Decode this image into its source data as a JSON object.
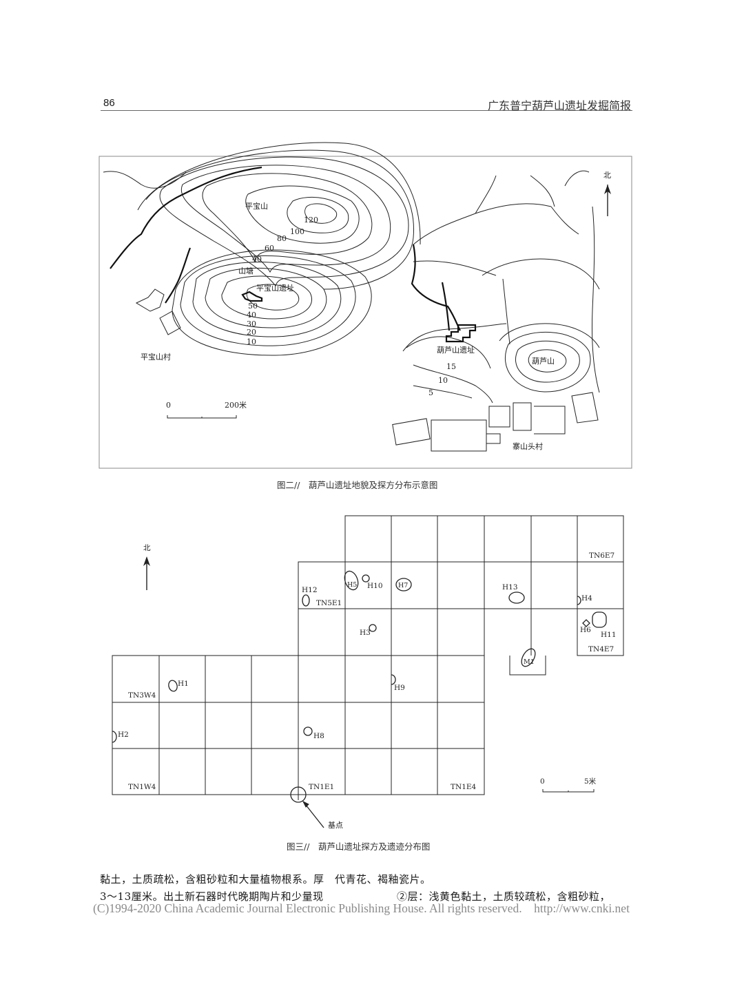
{
  "header": {
    "page_number": "86",
    "running_title": "广东普宁葫芦山遗址发掘简报"
  },
  "figure2": {
    "caption": "图二//　葫芦山遗址地貌及探方分布示意图",
    "north": "北",
    "labels": {
      "pingbaoshan": "平宝山",
      "shantang": "山塘",
      "pingbaoshan_site": "平宝山遗址",
      "pingbaoshan_village": "平宝山村",
      "huludshan_site": "葫芦山遗址",
      "huludshan": "葫芦山",
      "zhaishantou_village": "寨山头村"
    },
    "contours_upper": [
      "120",
      "100",
      "80",
      "60",
      "40"
    ],
    "contours_lower": [
      "50",
      "40",
      "30",
      "20",
      "10"
    ],
    "contours_right": [
      "15",
      "10",
      "5"
    ],
    "scale_zero": "0",
    "scale_end": "200米"
  },
  "figure3": {
    "caption": "图三//　葫芦山遗址探方及遗迹分布图",
    "north": "北",
    "squares": {
      "TN6E7": "TN6E7",
      "TN5E1": "TN5E1",
      "TN4E7": "TN4E7",
      "TN3W4": "TN3W4",
      "TN1W4": "TN1W4",
      "TN1E1": "TN1E1",
      "TN1E4": "TN1E4"
    },
    "features": {
      "H1": "H1",
      "H2": "H2",
      "H3": "H3",
      "H4": "H4",
      "H5": "H5",
      "H6": "H6",
      "H7": "H7",
      "H8": "H8",
      "H9": "H9",
      "H10": "H10",
      "H11": "H11",
      "H12": "H12",
      "H13": "H13",
      "M1": "M1"
    },
    "datum": "基点",
    "scale_zero": "0",
    "scale_end": "5米"
  },
  "body": {
    "line1": "黏土，土质疏松，含粗砂粒和大量植物根系。厚　代青花、褐釉瓷片。",
    "line2_left": "3～13厘米。出土新石器时代晚期陶片和少量现",
    "line2_right": "②层：浅黄色黏土，土质较疏松，含粗砂粒，"
  },
  "footer": {
    "copyright": "(C)1994-2020 China Academic Journal Electronic Publishing House. All rights reserved.　http://www.cnki.net"
  }
}
